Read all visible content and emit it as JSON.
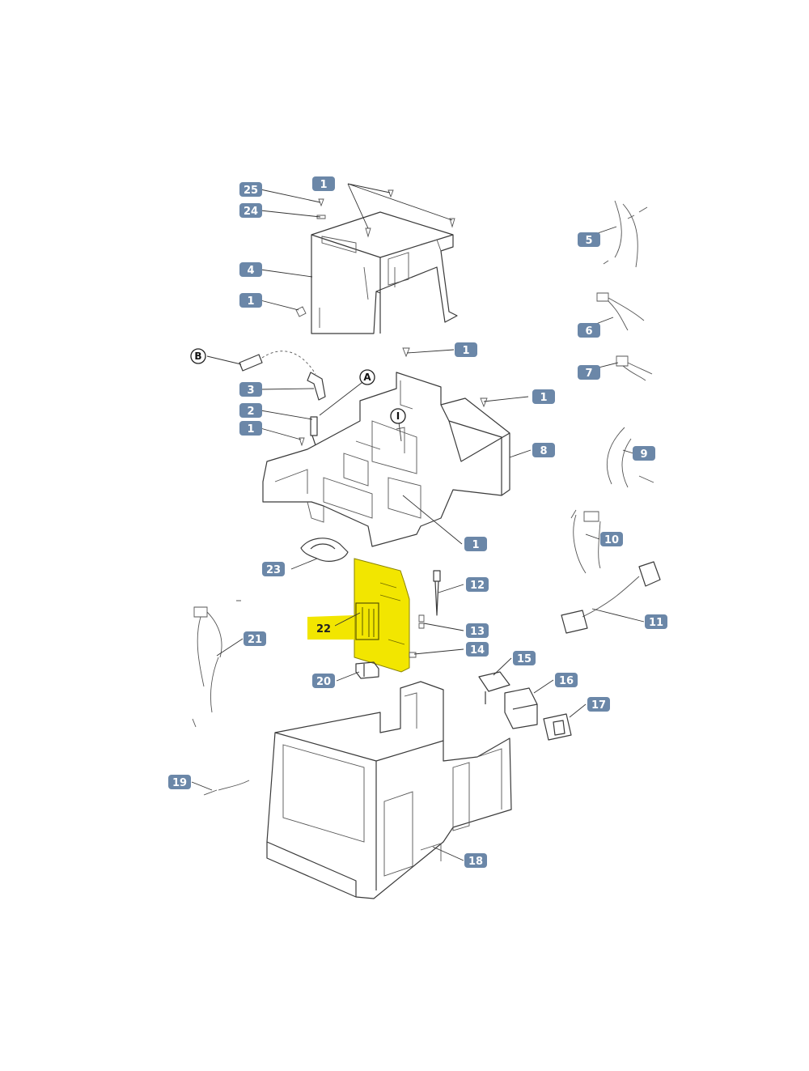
{
  "callouts": [
    {
      "text": "1"
    },
    {
      "text": "25"
    },
    {
      "text": "24"
    },
    {
      "text": "4"
    },
    {
      "text": "1"
    },
    {
      "text": "5"
    },
    {
      "text": "6"
    },
    {
      "text": "7"
    },
    {
      "text": "1"
    },
    {
      "text": "3"
    },
    {
      "text": "2"
    },
    {
      "text": "1"
    },
    {
      "text": "1"
    },
    {
      "text": "8"
    },
    {
      "text": "9"
    },
    {
      "text": "10"
    },
    {
      "text": "1"
    },
    {
      "text": "23"
    },
    {
      "text": "12"
    },
    {
      "text": "22"
    },
    {
      "text": "13"
    },
    {
      "text": "14"
    },
    {
      "text": "21"
    },
    {
      "text": "11"
    },
    {
      "text": "15"
    },
    {
      "text": "16"
    },
    {
      "text": "17"
    },
    {
      "text": "20"
    },
    {
      "text": "19"
    },
    {
      "text": "18"
    }
  ],
  "letters": [
    {
      "text": "B"
    },
    {
      "text": "A"
    },
    {
      "text": "I"
    }
  ],
  "colors": {
    "callout_fill": "#6b87a8",
    "callout_text": "#ffffff",
    "highlight": "#f2e600",
    "line": "#3a3a3a"
  }
}
